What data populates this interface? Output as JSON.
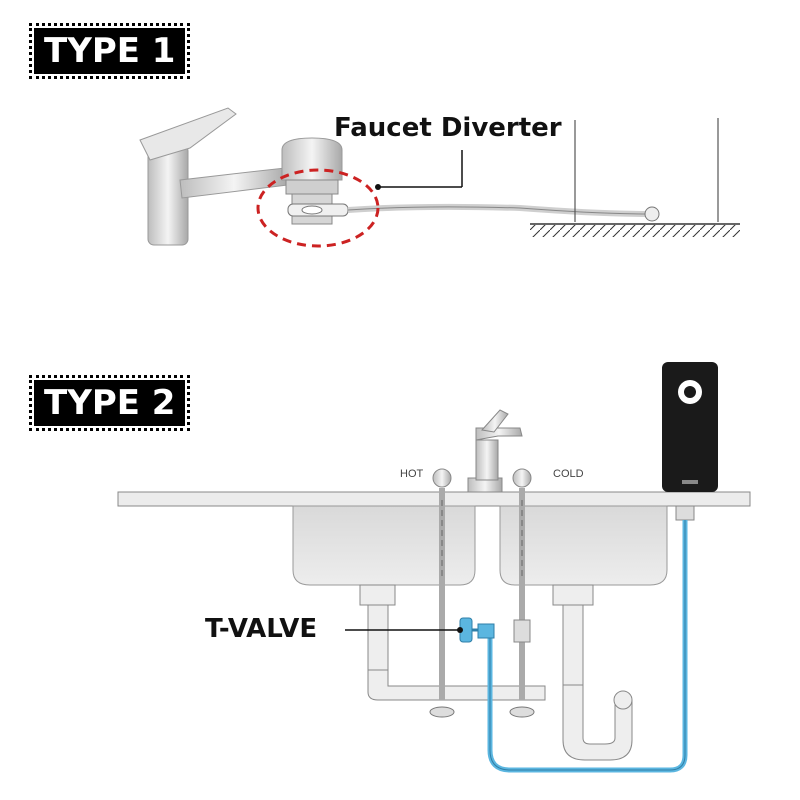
{
  "type1": {
    "badge": "TYPE 1",
    "callout": "Faucet Diverter"
  },
  "type2": {
    "badge": "TYPE 2",
    "callout": "T-VALVE",
    "hot_label": "HOT",
    "cold_label": "COLD"
  },
  "colors": {
    "badge_bg": "#000000",
    "highlight_ring": "#cc2222",
    "water_line": "#5bb6e0",
    "purifier": "#1a1a1a"
  }
}
